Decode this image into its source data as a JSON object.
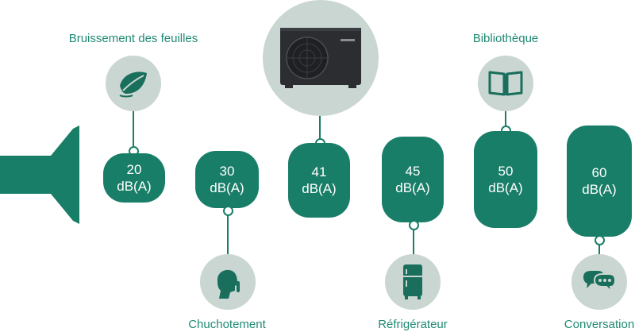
{
  "colors": {
    "primary": "#197e68",
    "caption": "#1f8a74",
    "circle_bg": "#c9d6d1",
    "icon": "#1a6e5c",
    "device": "#2b2d31"
  },
  "levels": [
    {
      "value": "20",
      "unit": "dB(A)"
    },
    {
      "value": "30",
      "unit": "dB(A)"
    },
    {
      "value": "41",
      "unit": "dB(A)"
    },
    {
      "value": "45",
      "unit": "dB(A)"
    },
    {
      "value": "50",
      "unit": "dB(A)"
    },
    {
      "value": "60",
      "unit": "dB(A)"
    }
  ],
  "captions": {
    "leaves": "Bruissement des feuilles",
    "library": "Bibliothèque",
    "whisper": "Chuchotement",
    "fridge": "Réfrigérateur",
    "conversation": "Conversation"
  },
  "icons": {
    "speaker": "speaker-icon",
    "leaf": "leaf-icon",
    "heat_pump": "heat-pump-image",
    "book": "book-icon",
    "whisper": "whisper-head-icon",
    "fridge": "fridge-icon",
    "chat": "chat-bubbles-icon"
  }
}
